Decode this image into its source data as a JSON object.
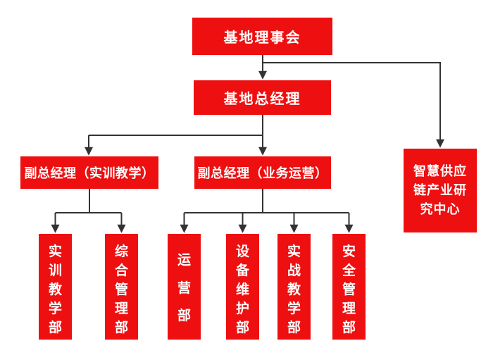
{
  "diagram": {
    "type": "org-chart",
    "colors": {
      "box_fill": "#ee0f10",
      "box_text": "#ffffff",
      "connector": "#333333",
      "background": "#ffffff"
    },
    "nodes": {
      "base_council": {
        "label": "基地理事会"
      },
      "general_manager": {
        "label": "基地总经理"
      },
      "deputy_training": {
        "label": "副总经理（实训教学）"
      },
      "deputy_operations": {
        "label": "副总经理（业务运营）"
      },
      "research_center": {
        "label": "智慧供应链产业研究中心",
        "lines": [
          "智慧供应",
          "链产业研",
          "究中心"
        ]
      },
      "dept_training_teaching": {
        "label": "实训教学部"
      },
      "dept_general_admin": {
        "label": "综合管理部"
      },
      "dept_operations": {
        "label": "运营部"
      },
      "dept_equipment_maintenance": {
        "label": "设备维护部"
      },
      "dept_practical_teaching": {
        "label": "实战教学部"
      },
      "dept_safety_management": {
        "label": "安全管理部"
      }
    },
    "edges": [
      {
        "from": "base_council",
        "to": "general_manager"
      },
      {
        "from": "base_council",
        "to": "research_center"
      },
      {
        "from": "general_manager",
        "to": "deputy_training"
      },
      {
        "from": "general_manager",
        "to": "deputy_operations"
      },
      {
        "from": "deputy_training",
        "to": "dept_training_teaching"
      },
      {
        "from": "deputy_training",
        "to": "dept_general_admin"
      },
      {
        "from": "deputy_operations",
        "to": "dept_operations"
      },
      {
        "from": "deputy_operations",
        "to": "dept_equipment_maintenance"
      },
      {
        "from": "deputy_operations",
        "to": "dept_practical_teaching"
      },
      {
        "from": "deputy_operations",
        "to": "dept_safety_management"
      }
    ]
  }
}
